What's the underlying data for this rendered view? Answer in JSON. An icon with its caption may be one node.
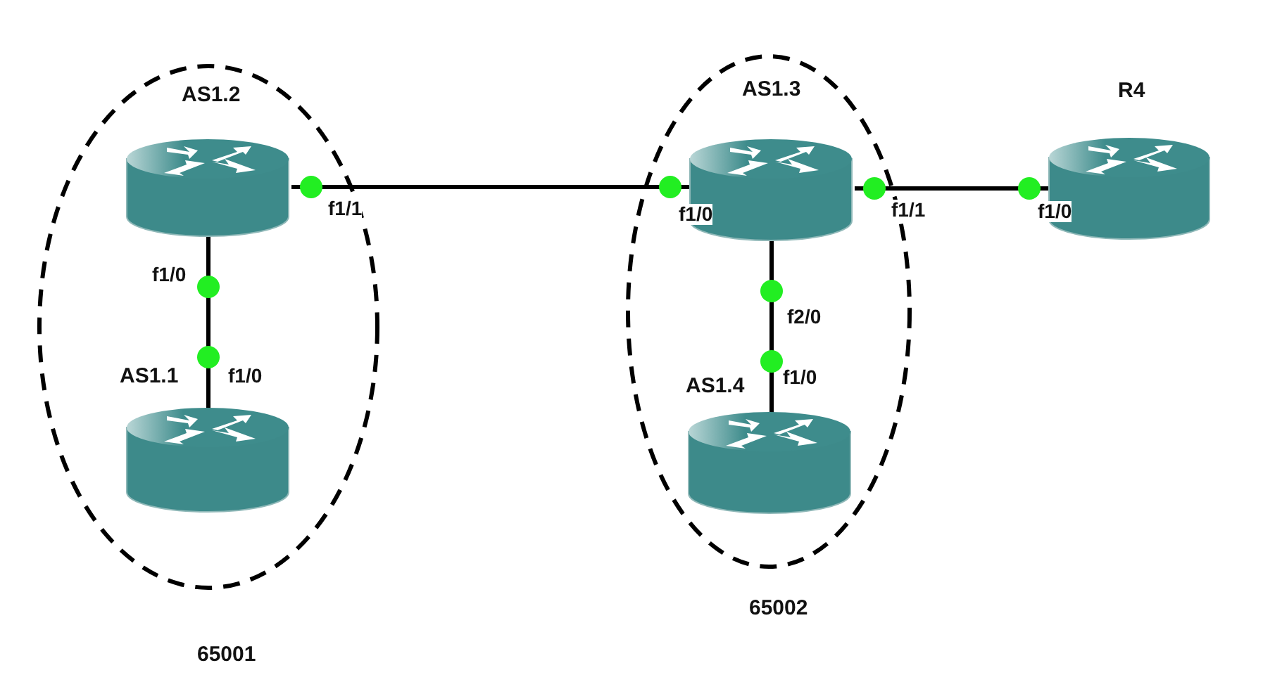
{
  "diagram": {
    "nodes": [
      {
        "text": [
          "65001"
        ]
      },
      {
        "text": [
          "AS1.2"
        ],
        "in": 0
      },
      {
        "text": [
          "AS1.1"
        ],
        "in": 0
      },
      {
        "text": [
          "65002"
        ]
      },
      {
        "text": [
          "AS1.3"
        ],
        "in": 3
      },
      {
        "text": [
          "AS1.4"
        ],
        "in": 3
      },
      {
        "text": [
          "R4"
        ]
      }
    ],
    "edges": [
      {
        "from": 1,
        "to": 4,
        "arrow": "none"
      },
      {
        "from": 4,
        "to": 6,
        "arrow": "none"
      },
      {
        "from": 1,
        "to": 2,
        "arrow": "none"
      },
      {
        "from": 4,
        "to": 5,
        "arrow": "none"
      }
    ],
    "labels": [
      "f1/1",
      "f1/0",
      "f1/1",
      "f1/0",
      "f1/0",
      "f2/0",
      "f1/0",
      "f1/0"
    ]
  }
}
